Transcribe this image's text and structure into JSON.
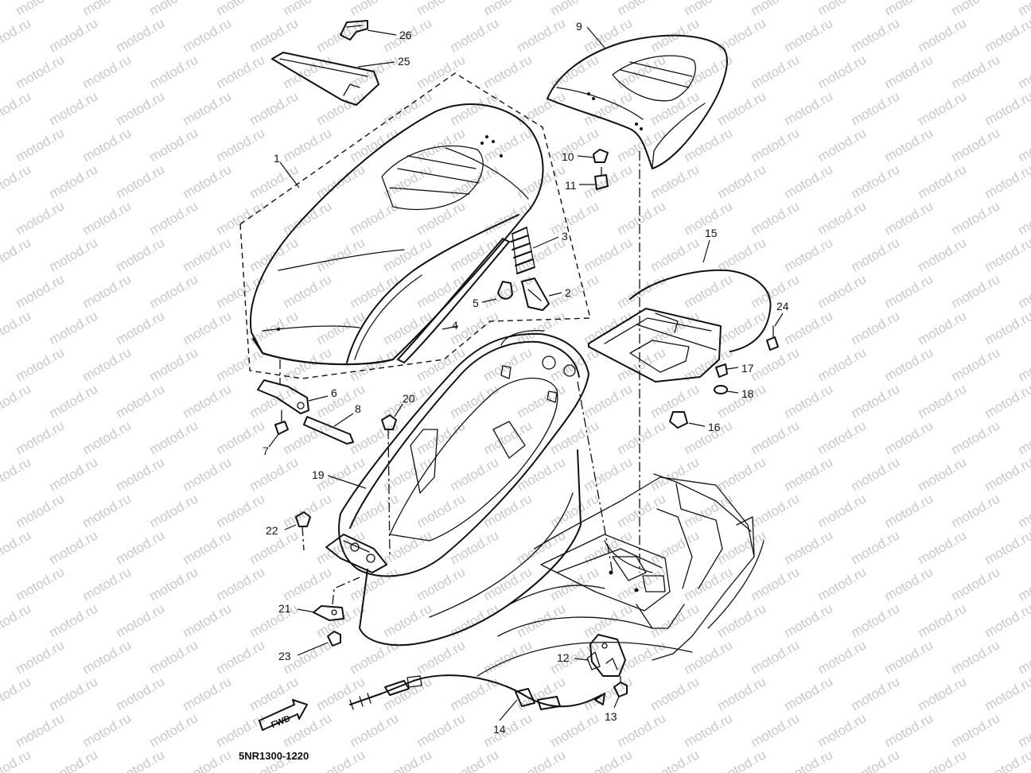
{
  "watermark": "motod.ru",
  "drawing_code": "5NR1300-1220",
  "direction_label": "FWD",
  "callouts": [
    "1",
    "2",
    "3",
    "4",
    "5",
    "6",
    "7",
    "8",
    "9",
    "10",
    "11",
    "12",
    "13",
    "14",
    "15",
    "16",
    "17",
    "18",
    "19",
    "20",
    "21",
    "22",
    "23",
    "24",
    "25",
    "26"
  ]
}
